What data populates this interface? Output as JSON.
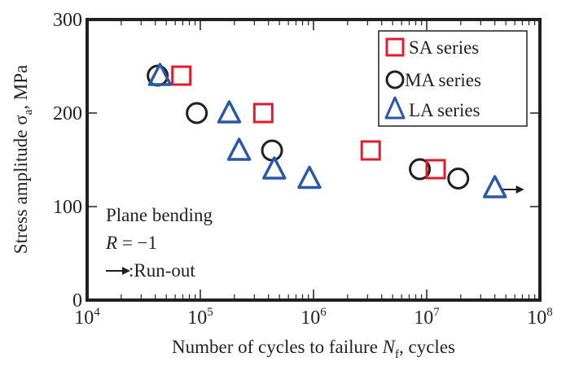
{
  "chart_data": {
    "type": "scatter",
    "title": "",
    "xlabel": {
      "main": "Number of cycles to failure ",
      "symbol": "N",
      "subscript": "f",
      "suffix": ",  cycles"
    },
    "ylabel": {
      "main": "Stress amplitude σ",
      "subscript": "a",
      "suffix": ",  MPa"
    },
    "xscale": "log",
    "xlim": [
      10000,
      100000000
    ],
    "ylim": [
      0,
      300
    ],
    "x_ticks": [
      {
        "value": 10000,
        "base": "10",
        "exp": "4"
      },
      {
        "value": 100000,
        "base": "10",
        "exp": "5"
      },
      {
        "value": 1000000,
        "base": "10",
        "exp": "6"
      },
      {
        "value": 10000000,
        "base": "10",
        "exp": "7"
      },
      {
        "value": 100000000,
        "base": "10",
        "exp": "8"
      }
    ],
    "y_ticks": [
      {
        "value": 0,
        "label": "0"
      },
      {
        "value": 100,
        "label": "100"
      },
      {
        "value": 200,
        "label": "200"
      },
      {
        "value": 300,
        "label": "300"
      }
    ],
    "grid": false,
    "legend_position": "top-right",
    "series": [
      {
        "name": "SA series",
        "marker": "square",
        "color": "#e31b2d",
        "points": [
          {
            "x": 68000,
            "y": 240
          },
          {
            "x": 360000,
            "y": 200
          },
          {
            "x": 3200000,
            "y": 160
          },
          {
            "x": 12000000,
            "y": 140
          }
        ]
      },
      {
        "name": "MA series",
        "marker": "circle",
        "color": "#231f20",
        "points": [
          {
            "x": 42000,
            "y": 240
          },
          {
            "x": 93000,
            "y": 200
          },
          {
            "x": 430000,
            "y": 160
          },
          {
            "x": 8700000,
            "y": 140
          },
          {
            "x": 19000000,
            "y": 130
          }
        ]
      },
      {
        "name": "LA series",
        "marker": "triangle",
        "color": "#2a58a8",
        "points": [
          {
            "x": 44000,
            "y": 240
          },
          {
            "x": 180000,
            "y": 200
          },
          {
            "x": 220000,
            "y": 160
          },
          {
            "x": 450000,
            "y": 140
          },
          {
            "x": 920000,
            "y": 130
          },
          {
            "x": 40000000,
            "y": 120,
            "runout": true
          }
        ]
      }
    ],
    "annotations": {
      "line1": "Plane bending",
      "line2_symbol": "R",
      "line2_rest": " = −1",
      "runout_label": ":Run-out"
    }
  }
}
